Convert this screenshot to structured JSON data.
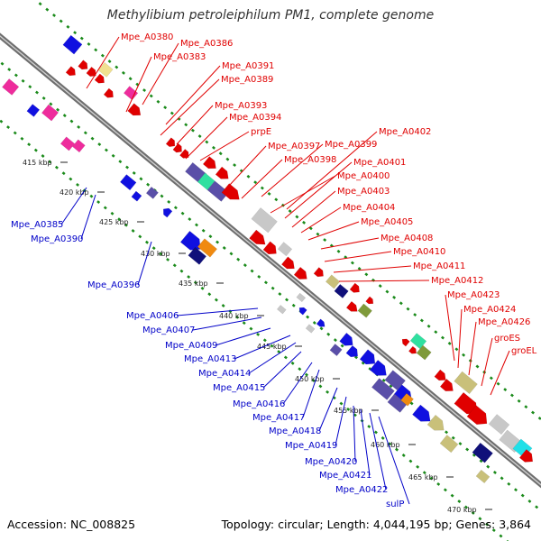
{
  "title": "Methylibium petroleiphilum PM1, complete genome",
  "footer": {
    "accession": "Accession: NC_008825",
    "summary": "Topology: circular; Length: 4,044,195 bp; Genes: 3,864"
  },
  "ticks": [
    "415 kbp",
    "420 kbp",
    "425 kbp",
    "430 kbp",
    "435 kbp",
    "440 kbp",
    "445 kbp",
    "450 kbp",
    "455 kbp",
    "460 kbp",
    "465 kbp",
    "470 kbp"
  ],
  "labels_top": [
    "Mpe_A0380",
    "Mpe_A0386",
    "Mpe_A0383",
    "Mpe_A0391",
    "Mpe_A0389",
    "Mpe_A0393",
    "Mpe_A0394",
    "prpE",
    "Mpe_A0402",
    "Mpe_A0397",
    "Mpe_A0399",
    "Mpe_A0398",
    "Mpe_A0401",
    "Mpe_A0400",
    "Mpe_A0403",
    "Mpe_A0404",
    "Mpe_A0405",
    "Mpe_A0408",
    "Mpe_A0410",
    "Mpe_A0411",
    "Mpe_A0412",
    "Mpe_A0423",
    "Mpe_A0424",
    "Mpe_A0426",
    "groES",
    "groEL"
  ],
  "labels_bottom": [
    "Mpe_A0385",
    "Mpe_A0390",
    "Mpe_A0396",
    "Mpe_A0406",
    "Mpe_A0407",
    "Mpe_A0409",
    "Mpe_A0413",
    "Mpe_A0414",
    "Mpe_A0415",
    "Mpe_A0416",
    "Mpe_A0417",
    "Mpe_A0418",
    "Mpe_A0419",
    "Mpe_A0420",
    "Mpe_A0421",
    "Mpe_A0422",
    "sulP"
  ],
  "colors": {
    "label_top": "#e00000",
    "label_bottom": "#0000c8",
    "backbone": "#8a8a8a",
    "dotted_track": "#1a8a1a",
    "gene_red": "#e00000",
    "gene_blue": "#1010e0",
    "gene_slate": "#5a4fa8",
    "gene_grey": "#c8c8c8",
    "gene_magenta": "#ee2c9c",
    "gene_khaki": "#c9c07a",
    "gene_olive": "#7f9a3a",
    "gene_teal": "#30e0a0",
    "gene_cyan": "#20e0e8",
    "gene_orange": "#f08a10",
    "gene_yellow": "#f0e090",
    "gene_navy": "#10107a"
  }
}
